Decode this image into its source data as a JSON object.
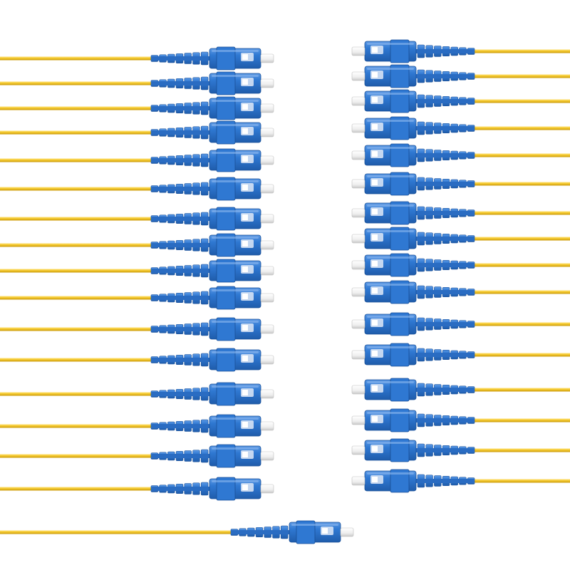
{
  "image": {
    "subject": "sc-upc-fiber-pigtail-bundle",
    "colors": {
      "fiber_jacket": "#f2c62a",
      "fiber_edge": "#c99a0c",
      "connector_blue": "#2f78d2",
      "connector_dark": "#1f5cab",
      "connector_light": "#5a98e4",
      "ferrule_white": "#f4f4f4",
      "background": "#ffffff"
    },
    "counts": {
      "left_column": 16,
      "right_column": 16,
      "bottom": 1
    }
  }
}
